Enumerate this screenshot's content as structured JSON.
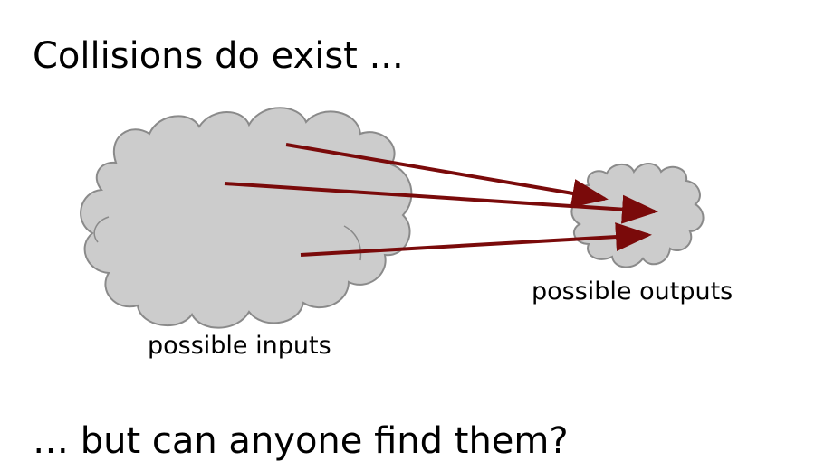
{
  "slide": {
    "title": "Collisions do exist ...",
    "footer": "… but can anyone find them?"
  },
  "diagram": {
    "inputs_label": "possible inputs",
    "outputs_label": "possible outputs",
    "colors": {
      "cloud_fill": "#cccccc",
      "cloud_stroke": "#8a8a8a",
      "arrow": "#7a0a0a",
      "text": "#000000"
    }
  }
}
